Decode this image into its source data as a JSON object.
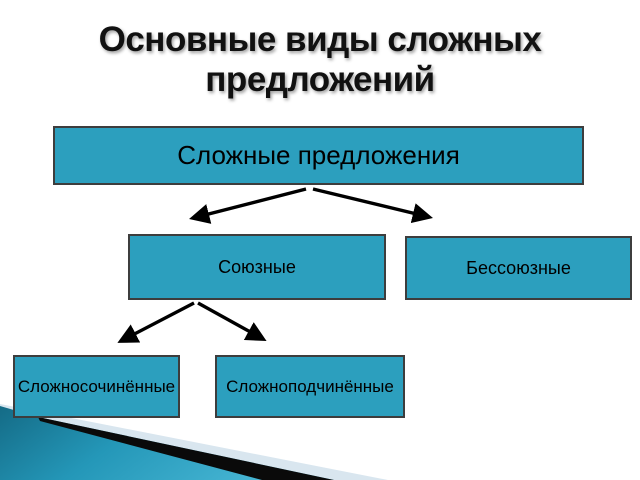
{
  "slide": {
    "title": "Основные виды сложных предложений"
  },
  "diagram": {
    "nodes": {
      "root": "Сложные предложения",
      "soyuznye": "Союзные",
      "bessoyuznye": "Бессоюзные",
      "slozhnosochinennye": "Сложносочинённые",
      "slozhnopodchinennye": "Сложноподчинённые"
    },
    "edges": [
      {
        "from": "Сложные предложения",
        "to": "Союзные"
      },
      {
        "from": "Сложные предложения",
        "to": "Бессоюзные"
      },
      {
        "from": "Союзные",
        "to": "Сложносочинённые"
      },
      {
        "from": "Союзные",
        "to": "Сложноподчинённые"
      }
    ]
  },
  "colors": {
    "title_color": "#111111",
    "node_fill": "#2C9FBE",
    "node_border": "#3D3D3D",
    "arrow": "#000000",
    "deco_teal_dark": "#146B86",
    "deco_teal_mid": "#2497B8",
    "deco_teal_light": "#47B6D4",
    "deco_pale": "#D9E6EF",
    "deco_stripe": "#0A0A0A"
  }
}
